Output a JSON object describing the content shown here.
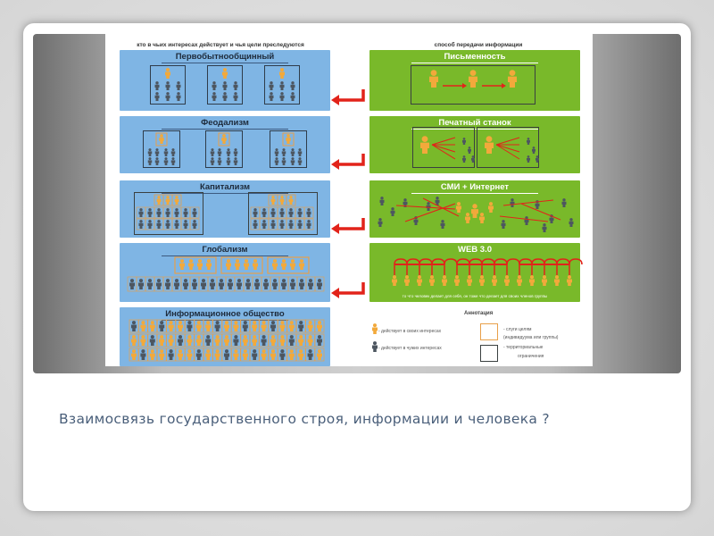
{
  "left_column_header": "кто в чьих интересах действует и чья цели преследуются",
  "right_column_header": "способ передачи информации",
  "left_panels": [
    {
      "title": "Первобытнообщинный"
    },
    {
      "title": "Феодализм"
    },
    {
      "title": "Капитализм"
    },
    {
      "title": "Глобализм"
    },
    {
      "title": "Информационное общество"
    }
  ],
  "right_panels": [
    {
      "title": "Письменность"
    },
    {
      "title": "Печатный станок"
    },
    {
      "title": "СМИ + Интернет"
    },
    {
      "title": "WEB 3.0"
    }
  ],
  "web30_note": "то что человек делает для себя, он тоже что делает для своих членов группы",
  "legend": {
    "title": "Аннотация",
    "self_interest": "- действует в своих интересах",
    "others_interest": "- действует в чужих интересах",
    "servants_line1": "- слуги целям",
    "servants_line2": "(индивидуума или группы)",
    "territorial_line1": "- территориальные",
    "territorial_line2": "ограничения"
  },
  "colors": {
    "blue_panel": "#7fb5e4",
    "green_panel": "#79b92a",
    "orange_person": "#f2a93b",
    "grey_person": "#4d5660",
    "red_arrow": "#e2231a"
  },
  "caption": "Взаимосвязь государственного строя, информации и человека ?"
}
